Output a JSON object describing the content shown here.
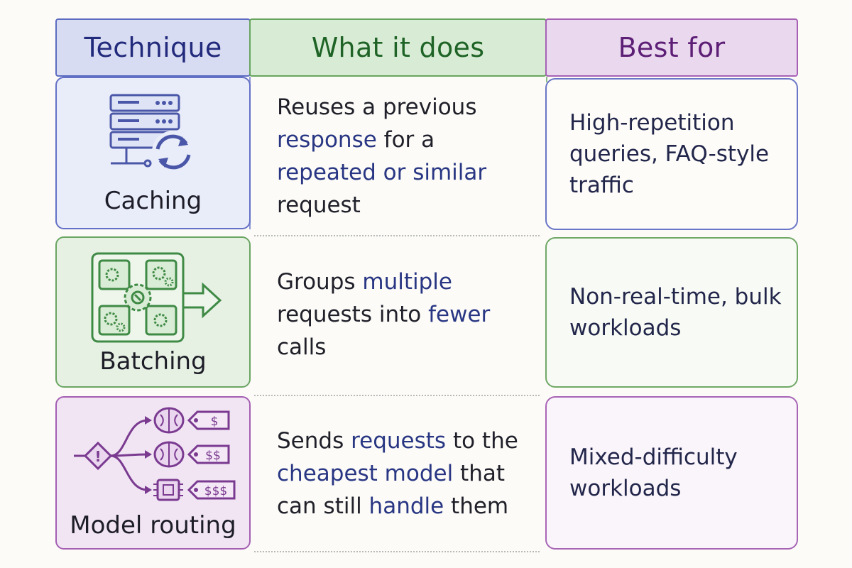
{
  "headers": {
    "technique": "Technique",
    "what_it_does": "What it does",
    "best_for": "Best for"
  },
  "rows": [
    {
      "technique": "Caching",
      "icon": "server-cache-icon",
      "description": {
        "p1": "Reuses a previous",
        "p2": "response",
        "p3": " for a",
        "p4": "repeated or similar",
        "p5": "request"
      },
      "best_for": "High-repetition queries, FAQ-style traffic"
    },
    {
      "technique": "Batching",
      "icon": "batch-gears-icon",
      "description": {
        "p1": "Groups ",
        "p2": "multiple",
        "p3": "requests into ",
        "p4": "fewer",
        "p5": "calls"
      },
      "best_for": "Non-real-time, bulk workloads"
    },
    {
      "technique": "Model routing",
      "icon": "model-routing-icon",
      "price_tags": [
        "$",
        "$$",
        "$$$"
      ],
      "description": {
        "p1": "Sends ",
        "p2": "requests",
        "p3": " to the",
        "p4": "cheapest model",
        "p5": " that",
        "p6": "can still ",
        "p7": "handle",
        "p8": " them"
      },
      "best_for": "Mixed-difficulty workloads"
    }
  ],
  "colors": {
    "blue": "#5d6cc1",
    "green": "#67a55e",
    "purple": "#a661b5"
  }
}
